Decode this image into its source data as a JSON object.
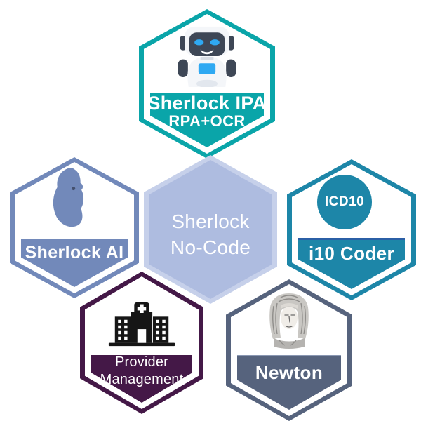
{
  "canvas": {
    "background": "#FFFFFF",
    "text_color": "#FFFFFF"
  },
  "hexagons": {
    "top": {
      "title": "Sherlock IPA",
      "subtitle": "RPA+OCR",
      "color": "#0AA5A9",
      "icon": "robot-icon"
    },
    "left": {
      "title": "Sherlock AI",
      "color": "#7289BA",
      "icon": "sherlock-silhouette-icon"
    },
    "center": {
      "line1": "Sherlock",
      "line2": "No-Code",
      "fill_color": "#AEBCE0",
      "border_color": "#C6D0EA"
    },
    "right": {
      "title": "i10 Coder",
      "badge": "ICD10",
      "color": "#1D86A8",
      "accent_line_color": "#2B5FA6",
      "icon": "icd10-circle-badge"
    },
    "bottom_left": {
      "line1": "Provider",
      "line2": "Management",
      "color": "#441847",
      "icon": "hospital-icon"
    },
    "bottom_right": {
      "title": "Newton",
      "color": "#56637D",
      "accent_line_color": "#8A97B2",
      "icon": "newton-portrait-icon"
    }
  }
}
